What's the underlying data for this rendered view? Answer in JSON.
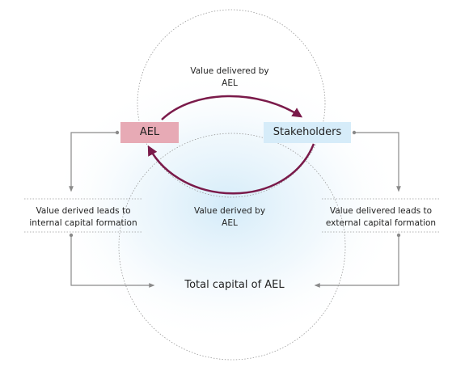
{
  "nodes": {
    "ael": "AEL",
    "stakeholders": "Stakeholders"
  },
  "labels": {
    "value_delivered": [
      "Value delivered by",
      "AEL"
    ],
    "value_derived": [
      "Value derived by",
      "AEL"
    ],
    "internal_capital": [
      "Value derived leads to",
      "internal capital formation"
    ],
    "external_capital": [
      "Value delivered leads to",
      "external capital formation"
    ],
    "total_capital": "Total capital of AEL"
  },
  "colors": {
    "ael_box": "#e7aab5",
    "stakeholders_box": "#d6ecf9",
    "cycle_arrow": "#7a1a4a",
    "connector": "#8a8a8a",
    "glow": "#cfe9f8"
  }
}
